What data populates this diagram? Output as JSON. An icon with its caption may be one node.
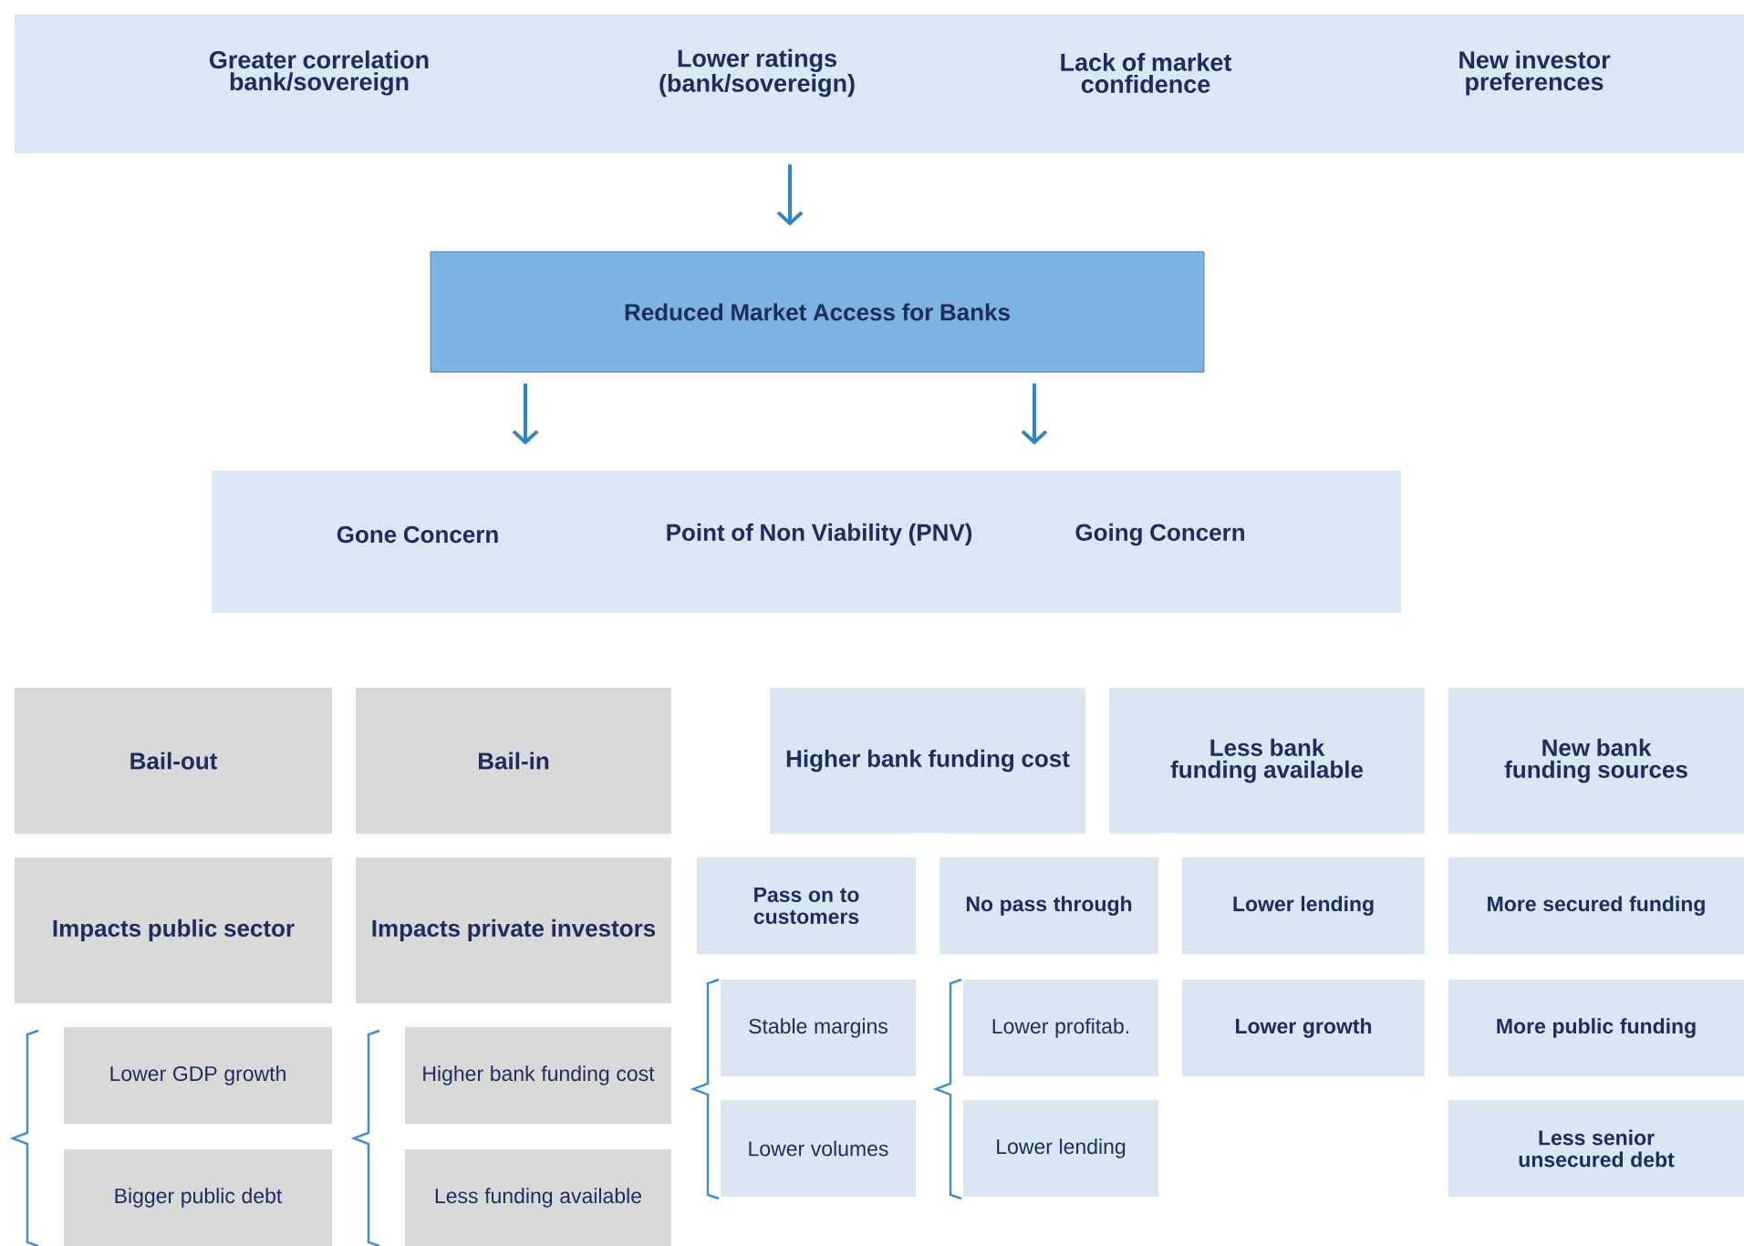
{
  "diagram": {
    "nodes": [
      {
        "text": [
          "Greater correlation bank/sovereign",
          "Lower ratings (bank/sovereign)",
          "Lack of market confidence",
          "New investor preferences"
        ]
      },
      {
        "text": [
          "Reduced Market Access for Banks"
        ]
      },
      {
        "text": [
          "Gone Concern",
          "Point of Non Viability (PNV)",
          "Going Concern"
        ]
      },
      {
        "text": [
          "Bail-out"
        ]
      },
      {
        "text": [
          "Bail-in"
        ]
      },
      {
        "text": [
          "Higher bank funding cost"
        ]
      },
      {
        "text": [
          "Less bank funding available"
        ]
      },
      {
        "text": [
          "New bank funding sources"
        ]
      },
      {
        "text": [
          "Impacts public sector"
        ]
      },
      {
        "text": [
          "Impacts private investors"
        ]
      },
      {
        "text": [
          "Pass on to customers"
        ]
      },
      {
        "text": [
          "No pass through"
        ]
      },
      {
        "text": [
          "Lower lending"
        ]
      },
      {
        "text": [
          "More secured funding"
        ]
      },
      {
        "text": [
          "Stable margins"
        ]
      },
      {
        "text": [
          "Lower profitab."
        ]
      },
      {
        "text": [
          "Lower growth"
        ]
      },
      {
        "text": [
          "More public funding"
        ]
      },
      {
        "text": [
          "Lower GDP growth"
        ]
      },
      {
        "text": [
          "Higher bank funding cost"
        ]
      },
      {
        "text": [
          "Lower volumes"
        ]
      },
      {
        "text": [
          "Lower lending"
        ]
      },
      {
        "text": [
          "Less senior unsecured debt"
        ]
      },
      {
        "text": [
          "Bigger public debt"
        ]
      },
      {
        "text": [
          "Less funding available"
        ]
      }
    ],
    "edges": [
      {
        "from": 0,
        "to": 1,
        "arrow": "to"
      },
      {
        "from": 1,
        "to": 2,
        "arrow": "to"
      },
      {
        "from": 1,
        "to": 2,
        "arrow": "to"
      }
    ]
  }
}
